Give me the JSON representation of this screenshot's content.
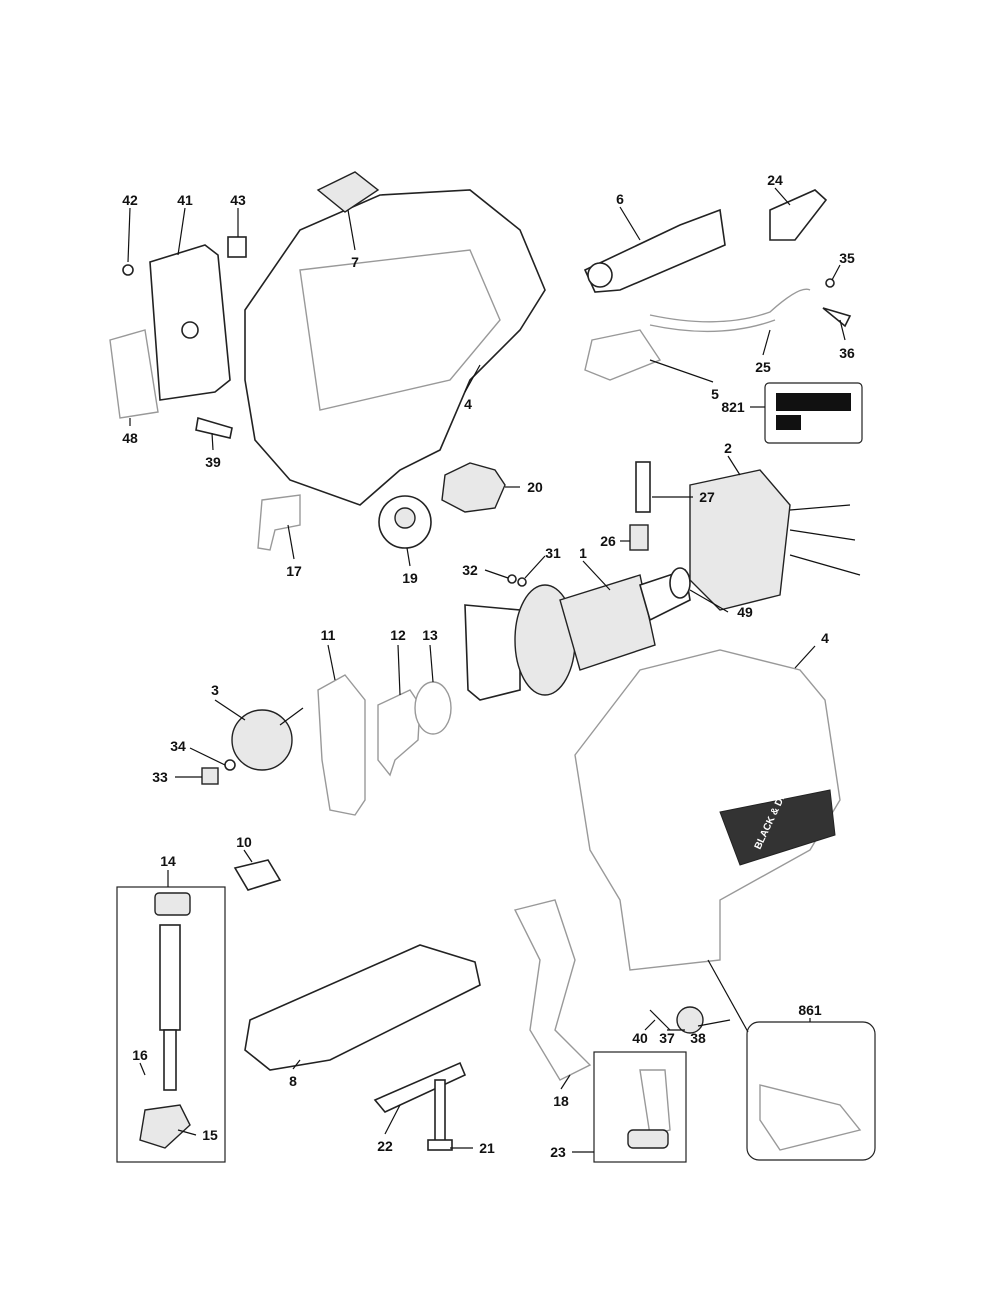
{
  "diagram": {
    "title": "Jigsaw exploded parts diagram",
    "brand_text": "BLACK & DECKER",
    "labels": [
      "42",
      "41",
      "43",
      "48",
      "39",
      "4",
      "7",
      "6",
      "24",
      "35",
      "36",
      "25",
      "5",
      "821",
      "20",
      "27",
      "2",
      "26",
      "17",
      "19",
      "32",
      "31",
      "1",
      "49",
      "11",
      "12",
      "13",
      "3",
      "34",
      "33",
      "4",
      "10",
      "14",
      "16",
      "15",
      "8",
      "22",
      "21",
      "18",
      "40",
      "37",
      "38",
      "23",
      "861"
    ]
  }
}
